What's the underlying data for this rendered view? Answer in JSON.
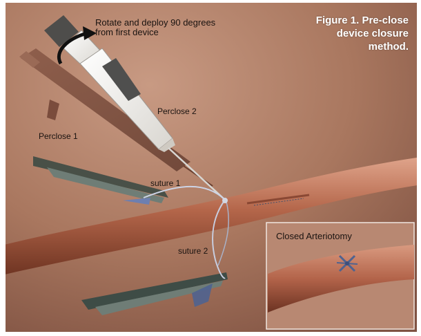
{
  "figure": {
    "title_lines": [
      "Figure 1.  Pre-close",
      "device closure",
      "method."
    ]
  },
  "labels": {
    "instruction_line1": "Rotate and deploy 90 degrees",
    "instruction_line2": "from first device",
    "perclose1": "Perclose 1",
    "perclose2": "Perclose 2",
    "suture1": "suture 1",
    "suture2": "suture 2"
  },
  "inset": {
    "title": "Closed Arteriotomy"
  },
  "colors": {
    "background": "#b07f68",
    "artery": "#a85f45",
    "device_white": "#f4f2ee",
    "device_gray": "#5b5a58",
    "suture_blue": "#5b6f9a"
  }
}
